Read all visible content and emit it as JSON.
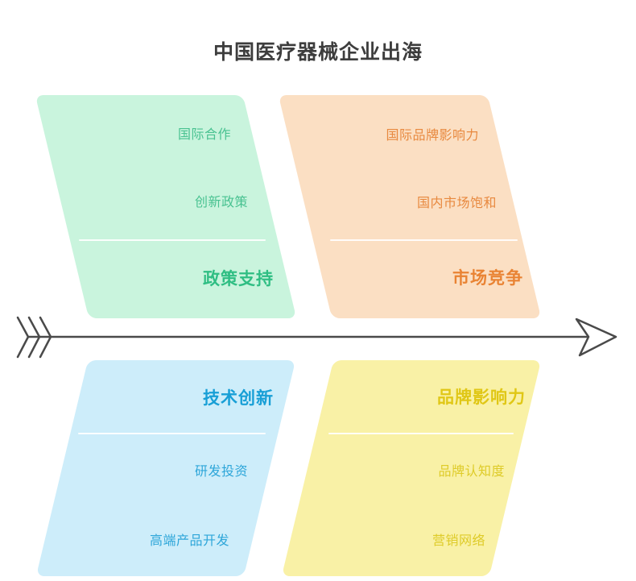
{
  "title": "中国医疗器械企业出海",
  "diagram": {
    "type": "fishbone",
    "spine_direction": "left-to-right",
    "spine_color": "#4a4a4a",
    "branches": {
      "policy": {
        "position": "top-left",
        "label": "政策支持",
        "items": [
          "国际合作",
          "创新政策"
        ],
        "bg": "#c9f4dd",
        "text_color": "#49c291",
        "label_color": "#2fbe83"
      },
      "market": {
        "position": "top-right",
        "label": "市场竞争",
        "items": [
          "国际品牌影响力",
          "国内市场饱和"
        ],
        "bg": "#fbdfc3",
        "text_color": "#e8893f",
        "label_color": "#e98333"
      },
      "tech": {
        "position": "bottom-left",
        "label": "技术创新",
        "items": [
          "研发投资",
          "高端产品开发"
        ],
        "bg": "#cdedfa",
        "text_color": "#2ea6d9",
        "label_color": "#189fd6"
      },
      "brand": {
        "position": "bottom-right",
        "label": "品牌影响力",
        "items": [
          "品牌认知度",
          "营销网络"
        ],
        "bg": "#f9f1a6",
        "text_color": "#decb28",
        "label_color": "#e0c716"
      }
    }
  }
}
